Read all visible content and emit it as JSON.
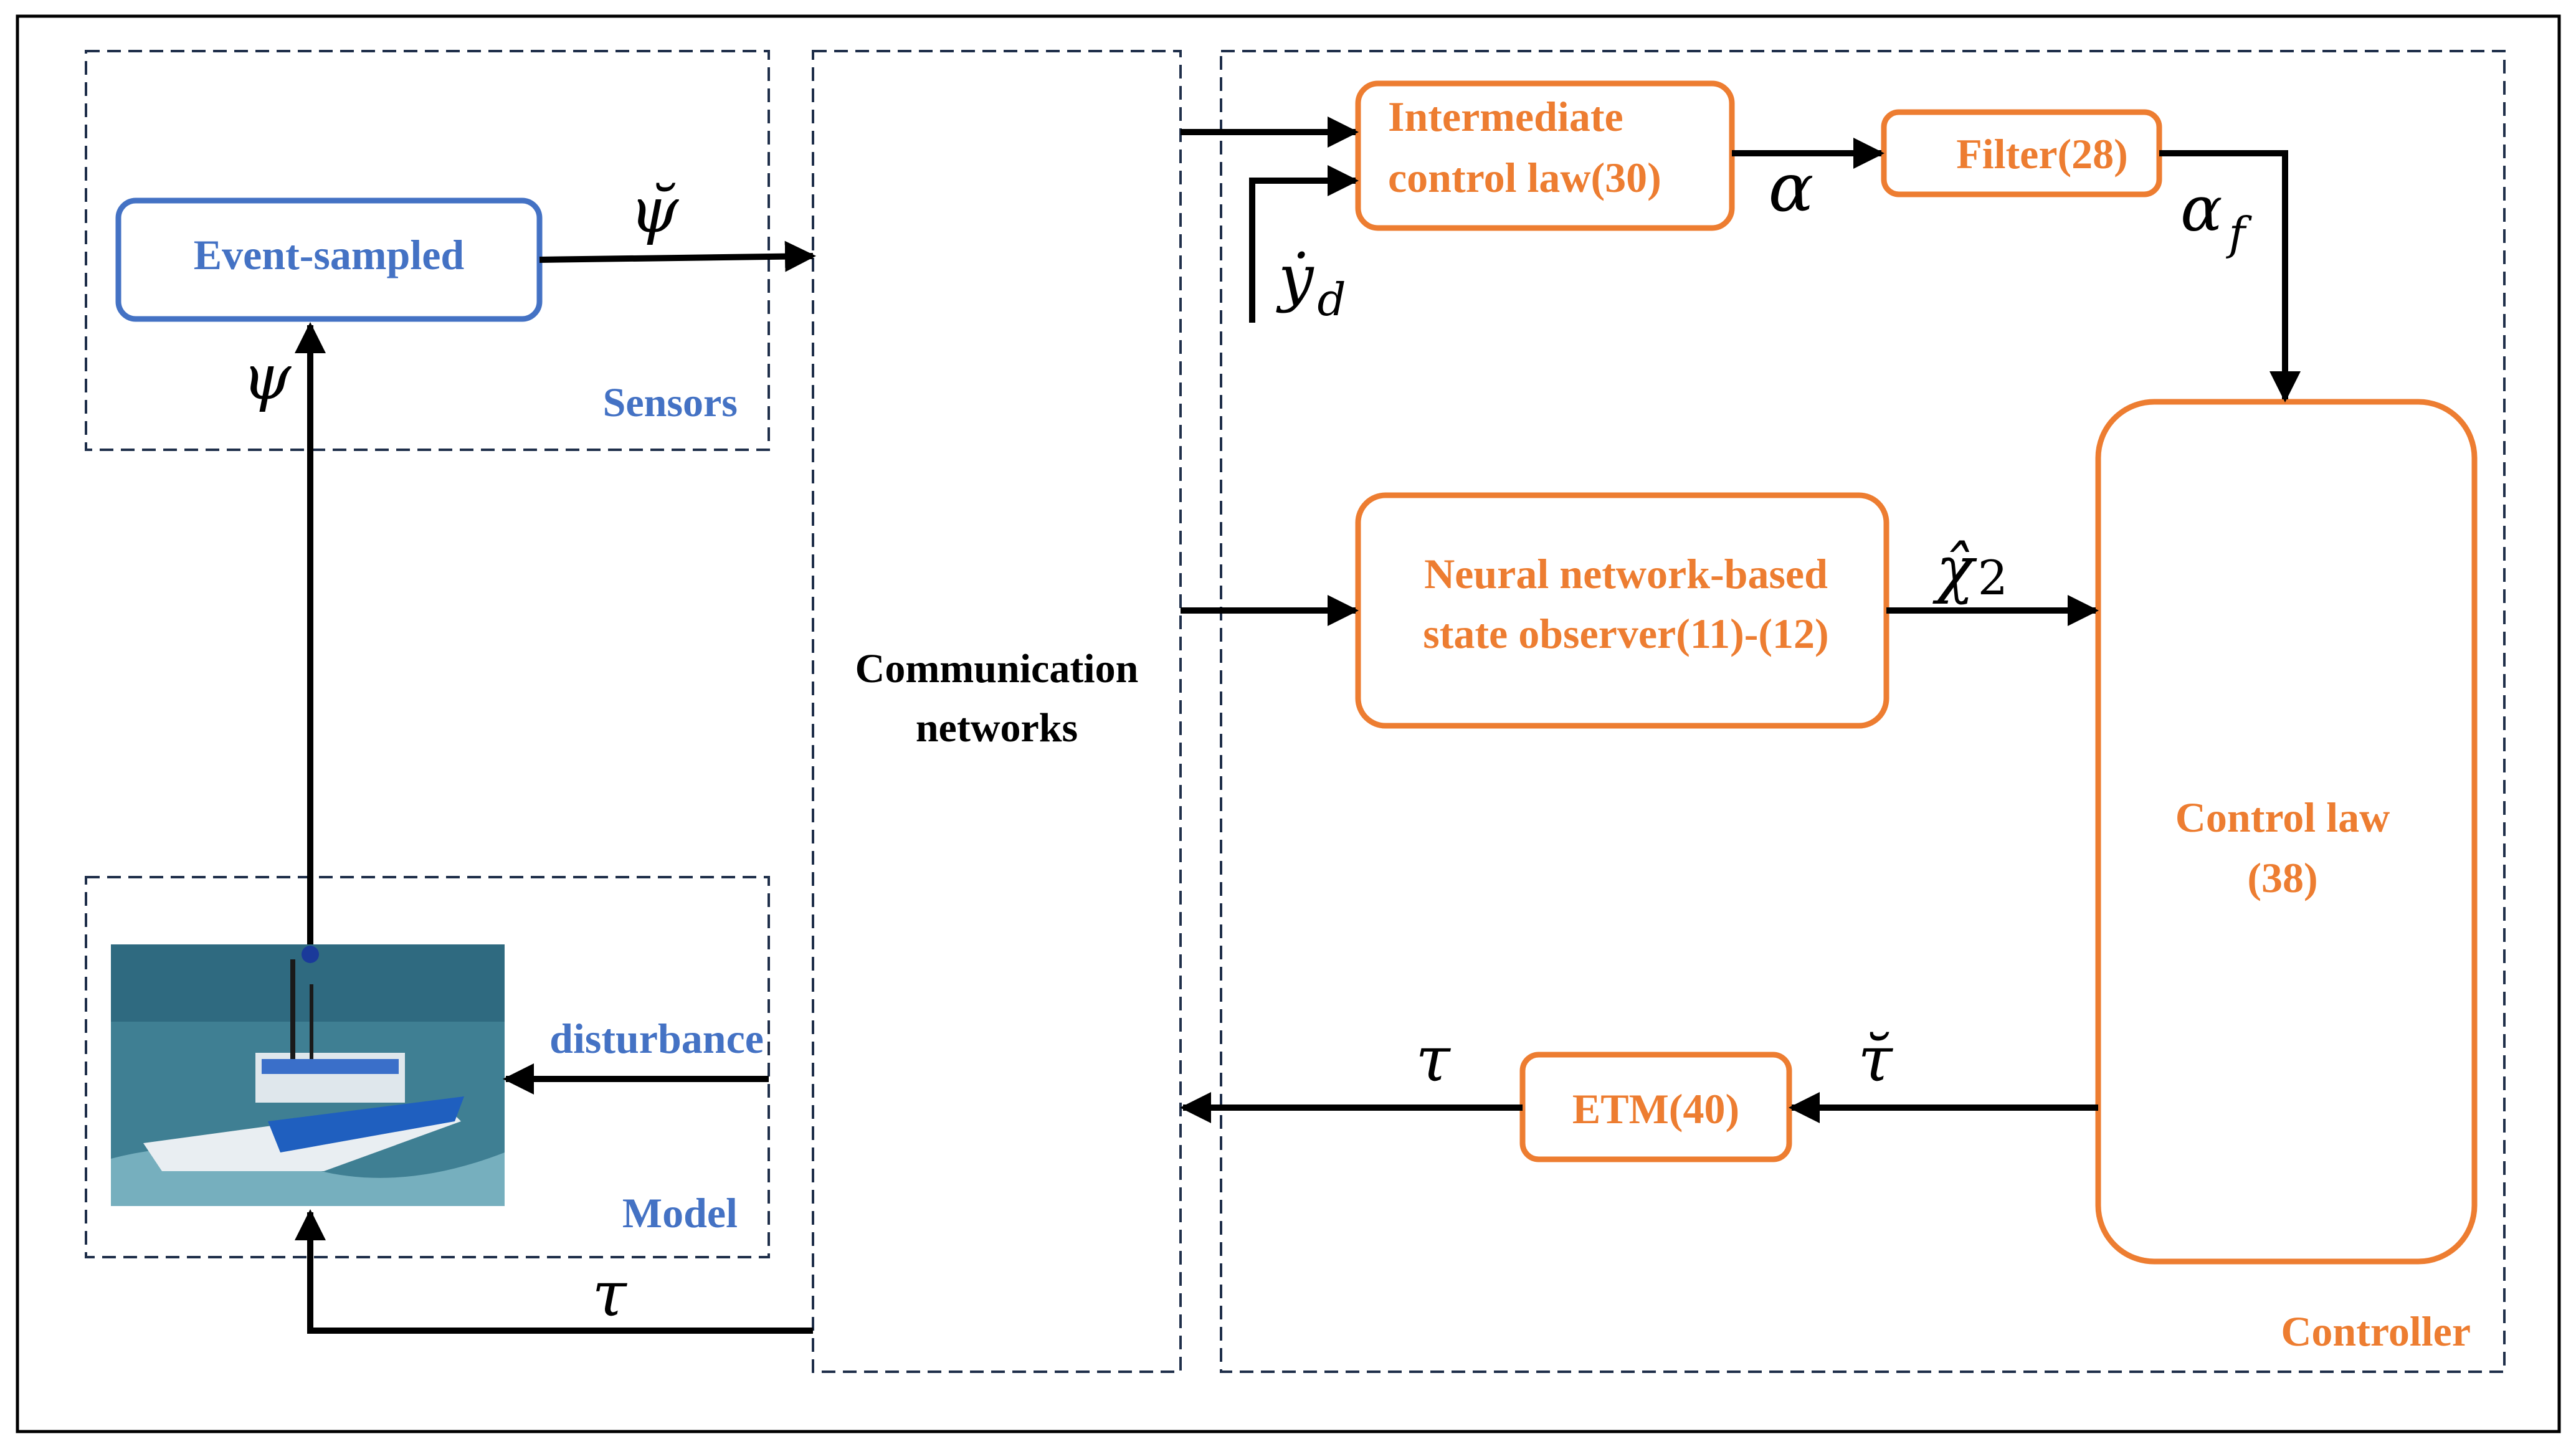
{
  "colors": {
    "blue": "#4472c4",
    "orange": "#ed7d31",
    "black": "#000000",
    "dashed": "#1f2f4a"
  },
  "sensors": {
    "label": "Sensors",
    "event_sampled": "Event-sampled"
  },
  "model": {
    "label": "Model",
    "disturbance": "disturbance",
    "image_icon": "unmanned-surface-vessel-photo"
  },
  "network": {
    "label_line1": "Communication",
    "label_line2": "networks"
  },
  "controller": {
    "label": "Controller",
    "intermediate_line1": "Intermediate",
    "intermediate_line2": "control law(30)",
    "filter": "Filter(28)",
    "observer_line1": "Neural network-based",
    "observer_line2": "state observer(11)-(12)",
    "control_law_line1": "Control law",
    "control_law_line2": "(38)",
    "etm": "ETM(40)"
  },
  "signals": {
    "psi_breve": "ψ̆",
    "psi": "ψ",
    "tau_model": "τ",
    "tau_out": "τ",
    "tau_breve": "τ̆",
    "alpha": "α",
    "alpha_f_base": "α",
    "alpha_f_sub": "f",
    "y_d_base": "ẏ",
    "y_d_sub": "d",
    "chi_hat_base": "χ̂",
    "chi_hat_sub": "2"
  }
}
